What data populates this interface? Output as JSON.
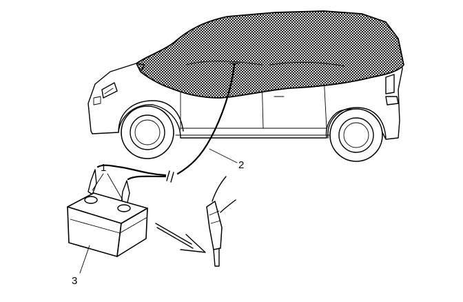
{
  "diagram": {
    "callouts": [
      {
        "id": "1",
        "text": "1"
      },
      {
        "id": "2",
        "text": "2"
      },
      {
        "id": "3",
        "text": "3"
      }
    ],
    "colors": {
      "line": "#000000",
      "background": "#ffffff",
      "cover_fill": "#9a9a9a"
    }
  }
}
